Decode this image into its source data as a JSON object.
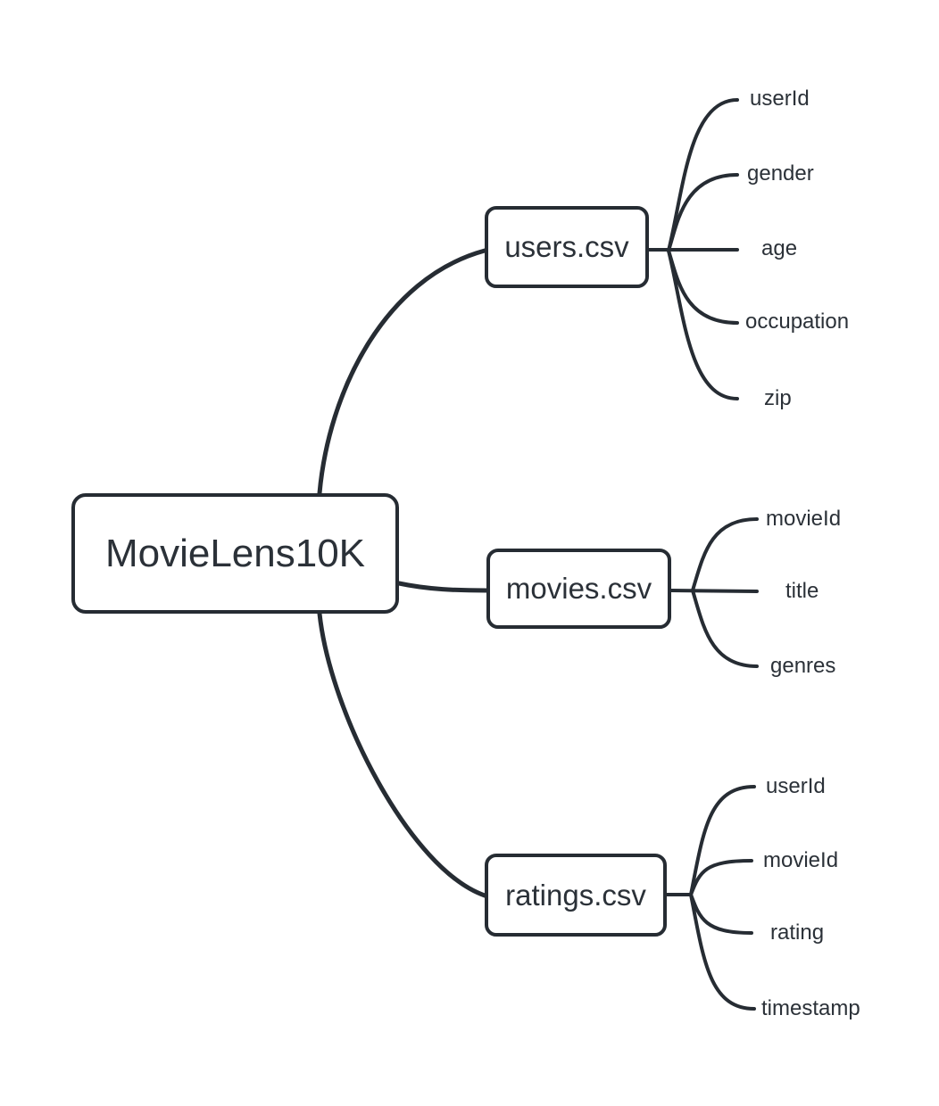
{
  "diagram": {
    "type": "mindmap",
    "colors": {
      "background": "#ffffff",
      "stroke": "#262c33",
      "text": "#2b3138"
    },
    "root": {
      "label": "MovieLens10K"
    },
    "branches": [
      {
        "label": "users.csv",
        "children": [
          "userId",
          "gender",
          "age",
          "occupation",
          "zip"
        ]
      },
      {
        "label": "movies.csv",
        "children": [
          "movieId",
          "title",
          "genres"
        ]
      },
      {
        "label": "ratings.csv",
        "children": [
          "userId",
          "movieId",
          "rating",
          "timestamp"
        ]
      }
    ]
  }
}
